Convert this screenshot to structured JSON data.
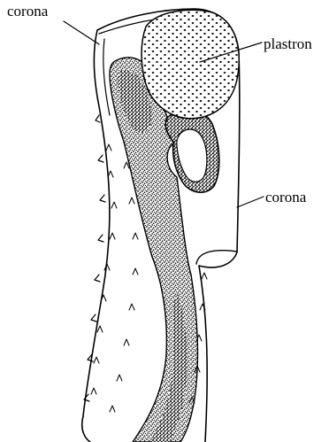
{
  "labels": {
    "corona_top": "corona",
    "plastron": "plastron",
    "corona_right": "corona"
  },
  "colors": {
    "ink": "#000000",
    "paper": "#ffffff"
  }
}
